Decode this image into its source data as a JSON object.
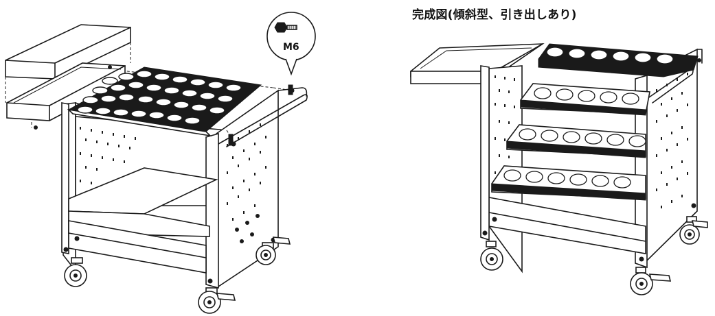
{
  "title": "完成図(傾斜型、引き出しあり)",
  "callout": {
    "label": "M6",
    "icon": "bolt-icon"
  },
  "figures": [
    {
      "name": "assembly-view-left",
      "description_icon": "tool-cart-assembly-icon"
    },
    {
      "name": "completed-view-right",
      "description_icon": "tool-cart-completed-icon"
    }
  ]
}
